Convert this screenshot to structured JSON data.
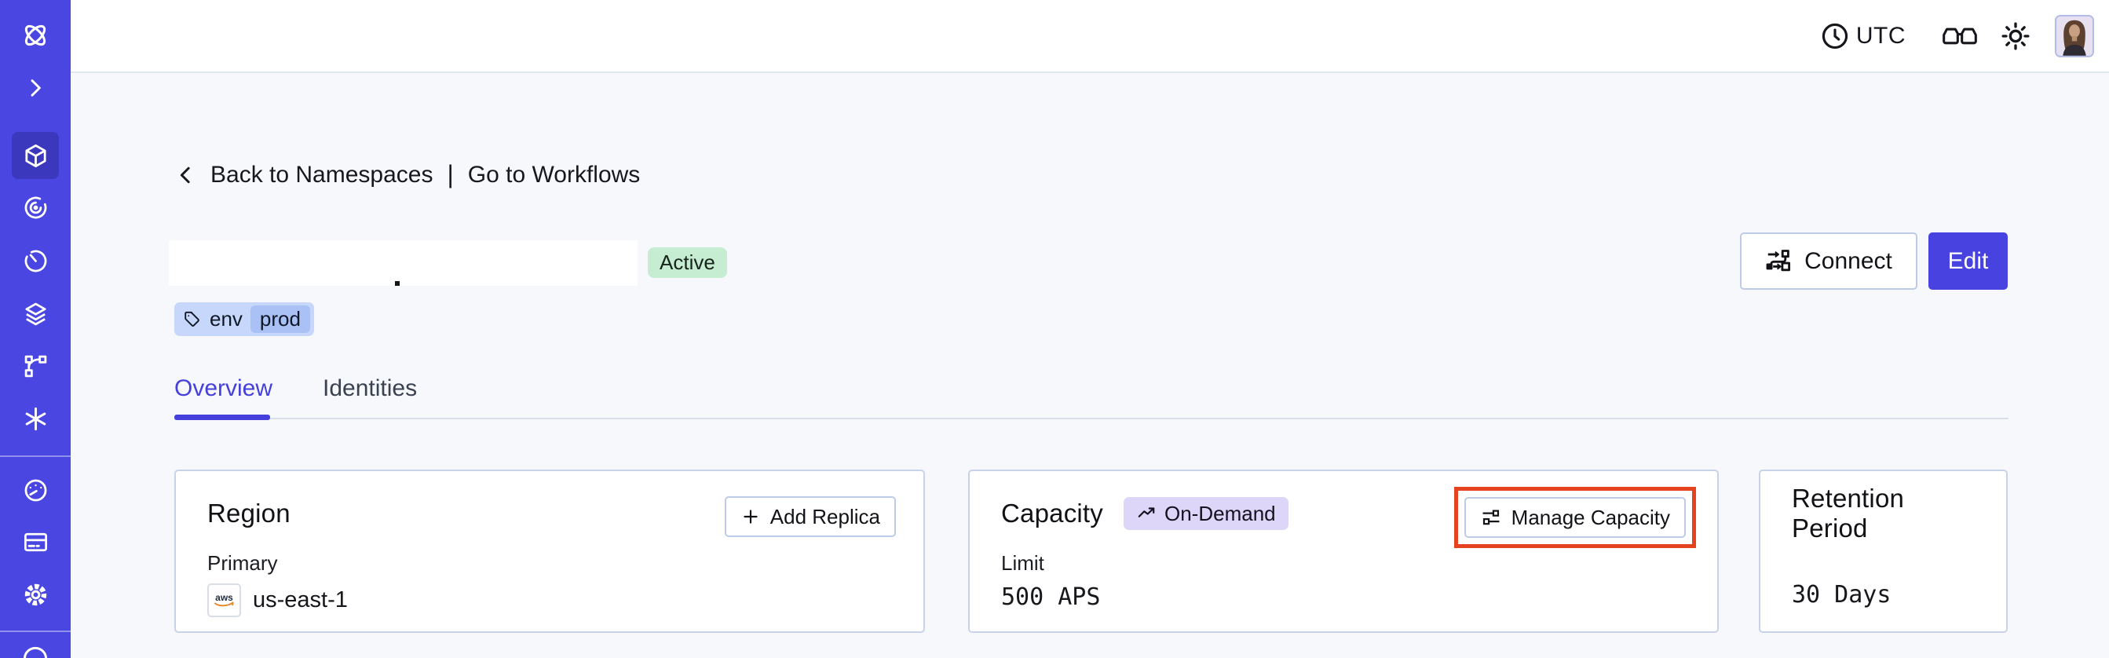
{
  "topbar": {
    "timezone": "UTC",
    "icons": [
      "clock-icon",
      "glasses-icon",
      "sun-icon",
      "avatar"
    ]
  },
  "sidebar": {
    "icons": [
      {
        "name": "temporal-logo"
      },
      {
        "name": "expand-chevron"
      },
      {
        "name": "namespaces",
        "active": true
      },
      {
        "name": "workflows-spiral"
      },
      {
        "name": "schedules-clock"
      },
      {
        "name": "deployments-layers"
      },
      {
        "name": "batch-operations-branch"
      },
      {
        "name": "nexus-asterisk"
      },
      {
        "name": "usage-gauge"
      },
      {
        "name": "billing-card"
      },
      {
        "name": "settings-gear"
      },
      {
        "name": "bottom-partial-circle"
      }
    ]
  },
  "breadcrumb": {
    "back": "Back to Namespaces",
    "separator": "|",
    "forward": "Go to Workflows"
  },
  "namespace": {
    "name": "",
    "status": "Active",
    "tag": {
      "key": "env",
      "value": "prod"
    }
  },
  "actions": {
    "connect": "Connect",
    "edit": "Edit"
  },
  "tabs": {
    "overview": "Overview",
    "identities": "Identities"
  },
  "cards": {
    "region": {
      "title": "Region",
      "add_replica": "Add Replica",
      "label": "Primary",
      "provider": "aws",
      "value": "us-east-1"
    },
    "capacity": {
      "title": "Capacity",
      "badge": "On-Demand",
      "manage": "Manage Capacity",
      "label": "Limit",
      "value": "500 APS",
      "highlighted": true
    },
    "retention": {
      "title": "Retention Period",
      "value": "30 Days"
    }
  },
  "colors": {
    "sidebar": "#4946E1",
    "sidebar_active": "#3B38BE",
    "accent": "#4540DB",
    "edit_button": "#4843E0",
    "active_badge_bg": "#C6EDD1",
    "ondemand_badge_bg": "#DDD6F8",
    "tag_bg": "#C7D7FB",
    "tag_inner_bg": "#A9C1F5",
    "annotation_red": "#E5421F",
    "card_border": "#C8D3E9",
    "page_bg": "#F7F8FB"
  }
}
